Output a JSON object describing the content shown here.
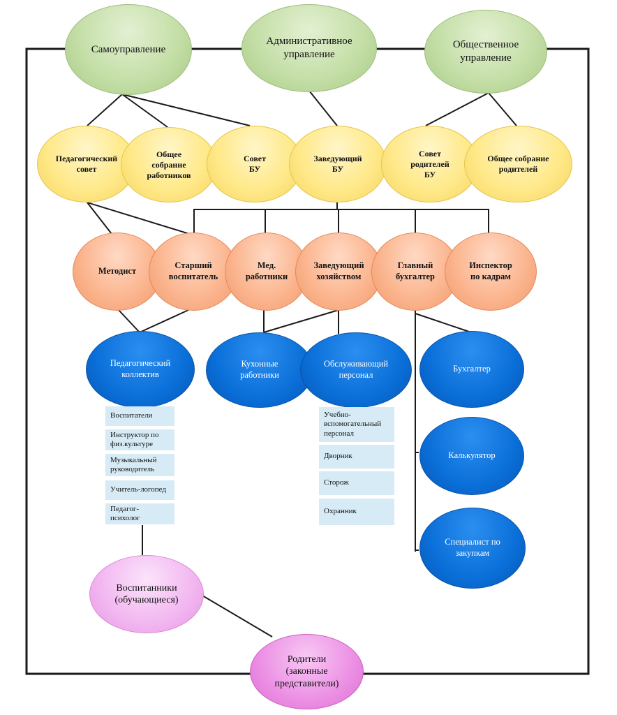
{
  "top": {
    "self_government": "Самоуправление",
    "administrative": "Административное\nуправление",
    "public": "Общественное\nуправление"
  },
  "governance": {
    "ped_council": "Педагогический\nсовет",
    "general_meeting_staff": "Общее\nсобрание\nработников",
    "council_bu": "Совет\nБУ",
    "head_bu": "Заведующий\nБУ",
    "parents_council": "Совет\nродителей\nБУ",
    "parents_meeting": "Общее собрание\nродителей"
  },
  "staff": {
    "methodist": "Методист",
    "senior_educator": "Старший\nвоспитатель",
    "medical": "Мед.\nработники",
    "housekeeping_head": "Заведующий\nхозяйством",
    "chief_accountant": "Главный\nбухгалтер",
    "hr_inspector": "Инспектор\nпо кадрам"
  },
  "teams": {
    "ped_team": "Педагогический\nколлектив",
    "kitchen": "Кухонные\nработники",
    "service": "Обслуживающий\nперсонал",
    "accountant": "Бухгалтер",
    "calculator": "Калькулятор",
    "procurement": "Специалист по\nзакупкам"
  },
  "ped_list": [
    "Воспитатели",
    "Инструктор по\nфиз.культуре",
    "Музыкальный\nруководитель",
    "Учитель-логопед",
    "Педагог-\nпсихолог"
  ],
  "service_list": [
    "Учебно-\nвспомогательный\nперсонал",
    "Дворник",
    "Сторож",
    "Охранник"
  ],
  "bottom": {
    "pupils": "Воспитанники\n(обучающиеся)",
    "parents": "Родители\n(законные\nпредставители)"
  },
  "colors": {
    "line": "#1a1a1a",
    "green": "#c5dfa8",
    "yellow": "#ffe98a",
    "orange": "#fbb690",
    "blue": "#0a6fd8",
    "pink": "#f2b6f0",
    "magenta": "#ec8fe4",
    "list_box": "#d6ebf5"
  }
}
